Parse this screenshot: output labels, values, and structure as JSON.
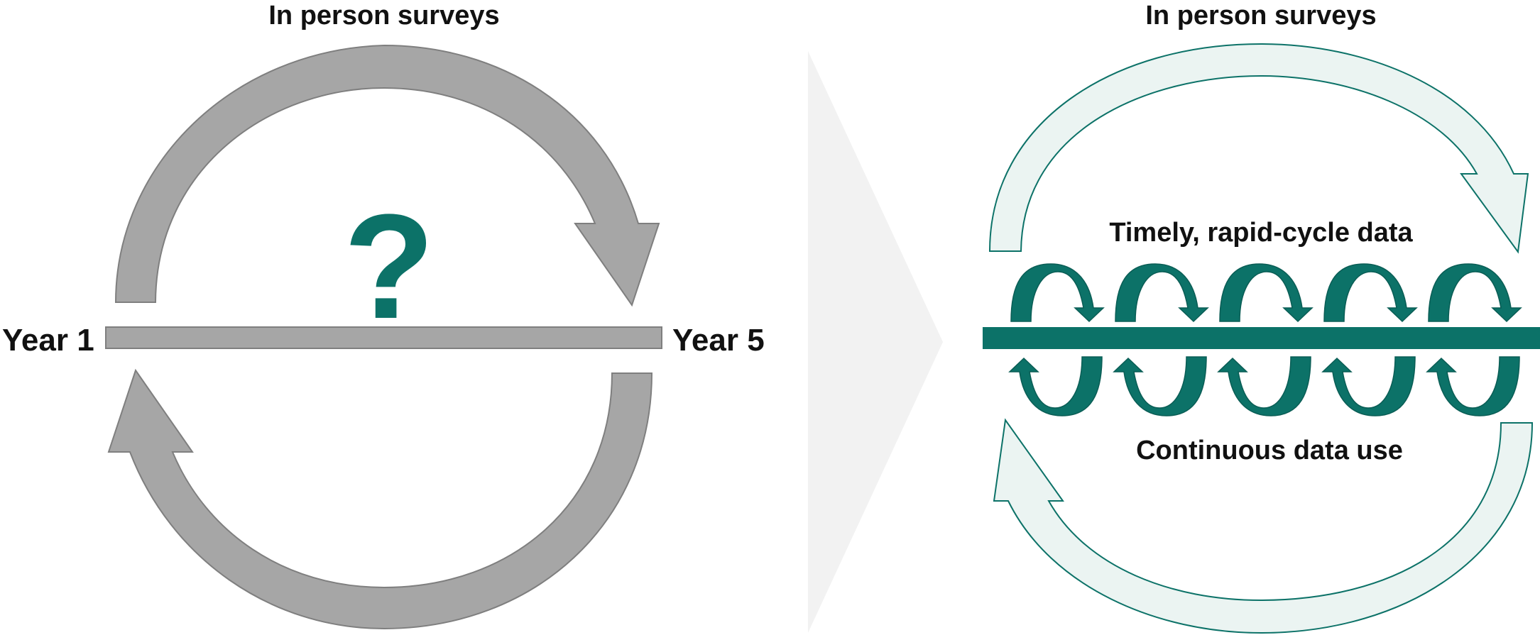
{
  "left_panel": {
    "title": "In person surveys",
    "start_label": "Year 1",
    "end_label": "Year 5",
    "question_mark": "?"
  },
  "right_panel": {
    "title": "In person surveys",
    "top_caption": "Timely, rapid-cycle data",
    "bottom_caption": "Continuous data use",
    "small_loop_pairs": 5
  },
  "colors": {
    "gray_arrow": "#a6a6a6",
    "gray_stroke": "#7f7f7f",
    "teal": "#0c7268",
    "teal_dark": "#0a5d55",
    "teal_light": "#ebf4f2",
    "chevron": "#f2f2f2"
  }
}
